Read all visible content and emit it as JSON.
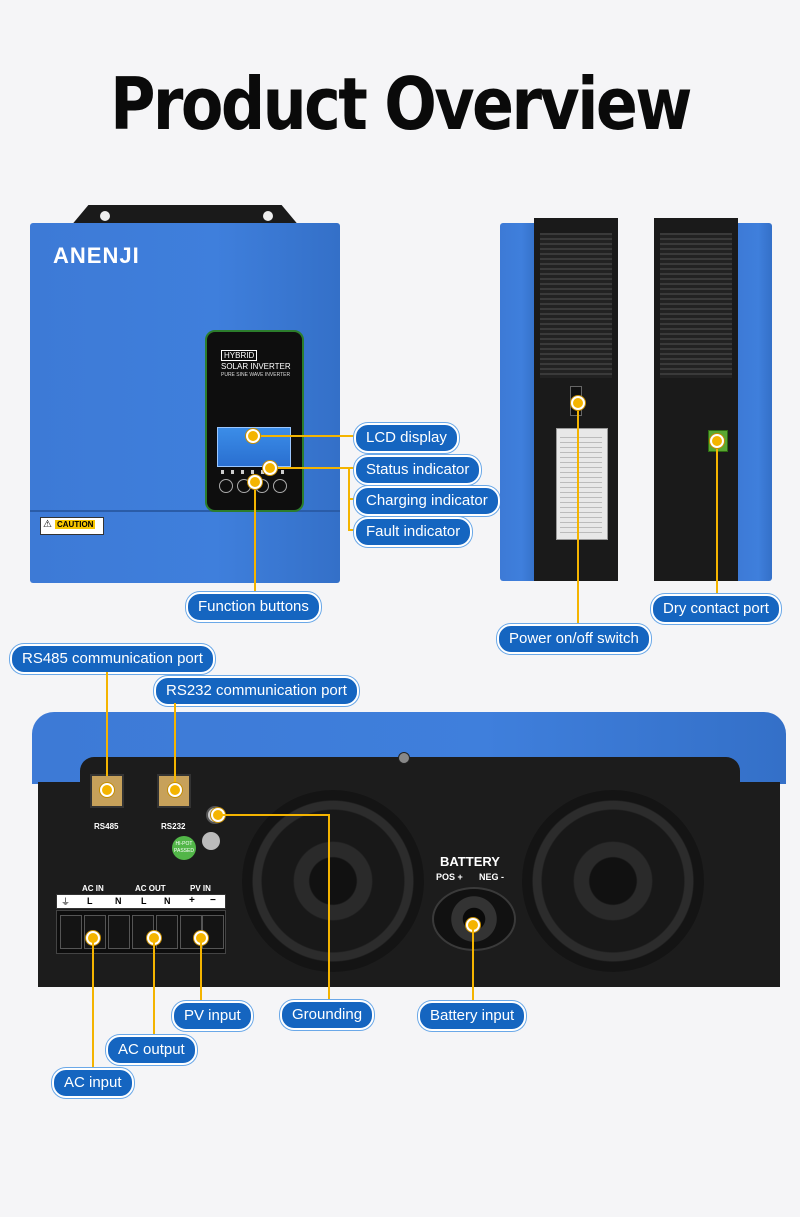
{
  "page": {
    "title": "Product Overview"
  },
  "front": {
    "brand": "ANENJI",
    "panel_line1": "HYBRID",
    "panel_line2": "SOLAR INVERTER",
    "panel_line3": "PURE SINE WAVE INVERTER",
    "caution": "CAUTION"
  },
  "bottom_panel": {
    "rs485_label": "RS485",
    "rs232_label": "RS232",
    "hipot": "HI-POT PASSED",
    "ac_in": "AC IN",
    "ac_out": "AC OUT",
    "pv_in": "PV IN",
    "battery": "BATTERY",
    "pos": "POS +",
    "neg": "NEG -",
    "term_l": "L",
    "term_n": "N",
    "term_plus": "+",
    "term_minus": "−"
  },
  "callouts": {
    "lcd_display": "LCD display",
    "status_indicator": "Status indicator",
    "charging_indicator": "Charging indicator",
    "fault_indicator": "Fault indicator",
    "function_buttons": "Function buttons",
    "dry_contact_port": "Dry contact port",
    "power_switch": "Power on/off switch",
    "rs485_port": "RS485 communication port",
    "rs232_port": "RS232 communication port",
    "pv_input": "PV input",
    "grounding": "Grounding",
    "battery_input": "Battery input",
    "ac_output": "AC output",
    "ac_input": "AC input"
  },
  "colors": {
    "accent": "#f4b400",
    "callout_bg": "#1565c0",
    "device_blue": "#3f7fdc"
  }
}
